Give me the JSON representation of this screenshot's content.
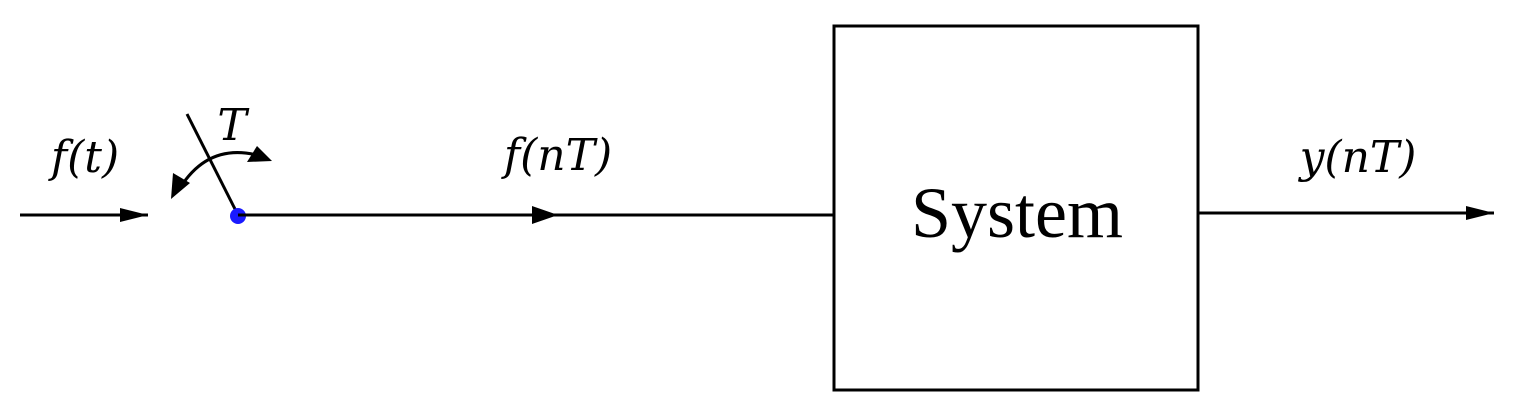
{
  "diagram": {
    "input_label": "f(t)",
    "sampling_period_label": "T",
    "sampled_label": "f(nT)",
    "system_label": "System",
    "output_label": "y(nT)"
  },
  "colors": {
    "line": "#000000",
    "sampler_dot": "#1a1aff"
  }
}
